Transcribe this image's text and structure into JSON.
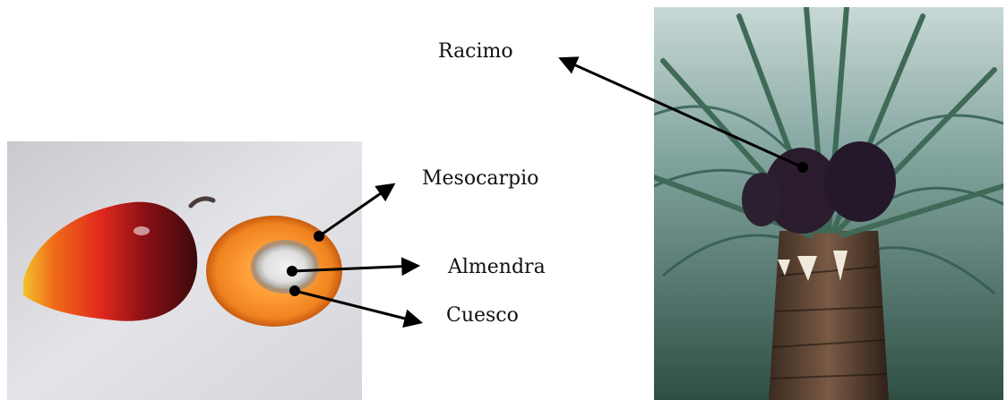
{
  "labels": {
    "racimo": "Racimo",
    "mesocarpio": "Mesocarpio",
    "almendra": "Almendra",
    "cuesco": "Cuesco"
  },
  "images": {
    "fruit_photo": "palm-fruit-cross-section-photo",
    "palm_photo": "oil-palm-tree-with-fruit-bunches-photo"
  },
  "colors": {
    "arrow": "#000000",
    "text": "#111111"
  }
}
